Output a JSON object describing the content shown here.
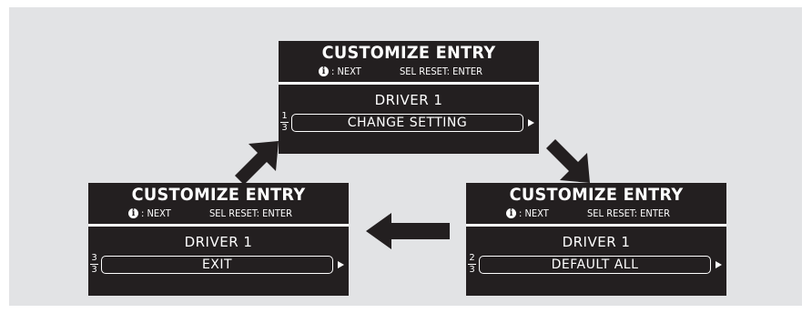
{
  "screens": [
    {
      "title": "CUSTOMIZE ENTRY",
      "next_label": ": NEXT",
      "sel_label": "SEL RESET: ENTER",
      "driver": "DRIVER 1",
      "page_num": "1",
      "page_den": "3",
      "option": "CHANGE SETTING"
    },
    {
      "title": "CUSTOMIZE ENTRY",
      "next_label": ": NEXT",
      "sel_label": "SEL RESET: ENTER",
      "driver": "DRIVER 1",
      "page_num": "2",
      "page_den": "3",
      "option": "DEFAULT ALL"
    },
    {
      "title": "CUSTOMIZE ENTRY",
      "next_label": ": NEXT",
      "sel_label": "SEL RESET: ENTER",
      "driver": "DRIVER 1",
      "page_num": "3",
      "page_den": "3",
      "option": "EXIT"
    }
  ],
  "info_icon_glyph": "i",
  "colors": {
    "background": "#e2e3e5",
    "screen": "#231f20",
    "text": "#ffffff"
  }
}
